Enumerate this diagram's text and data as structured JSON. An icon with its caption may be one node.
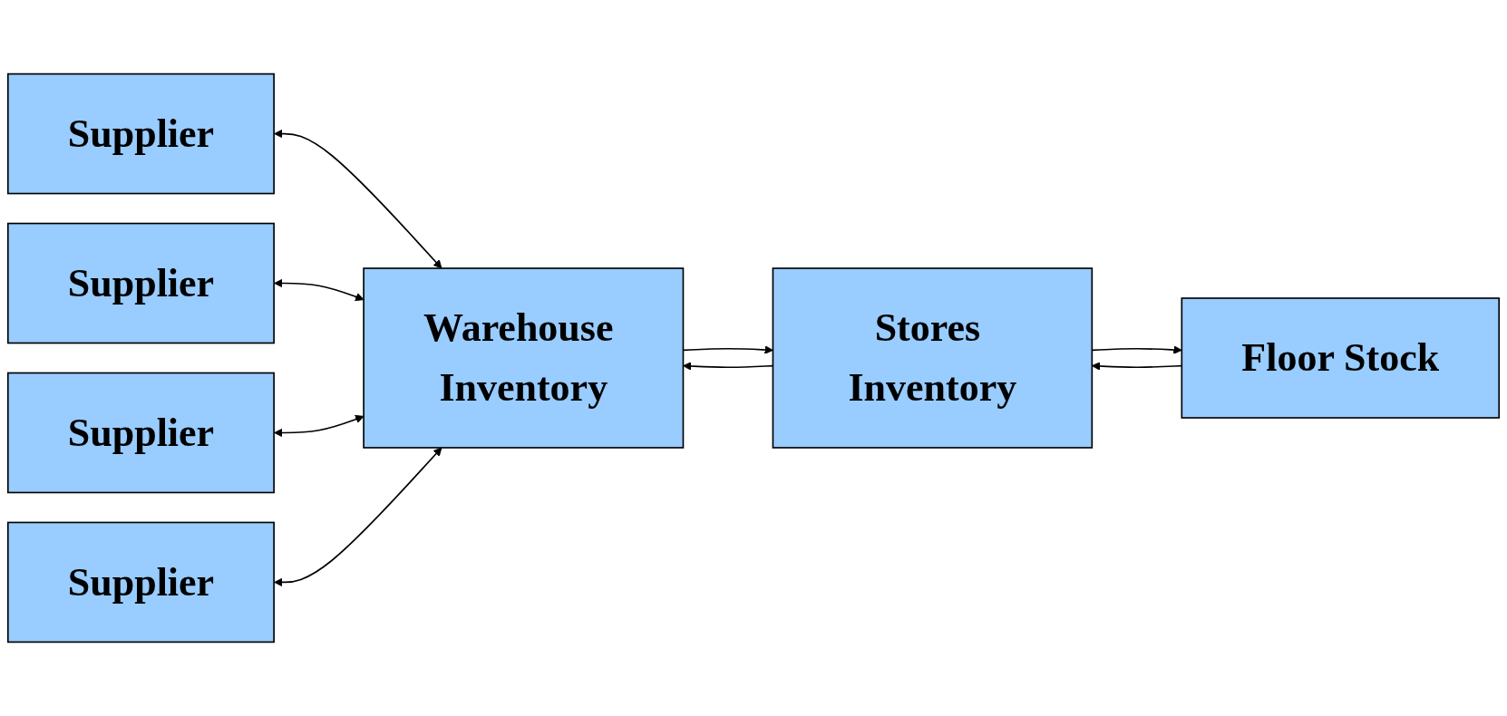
{
  "diagram": {
    "nodes": [
      {
        "text": [
          "Supplier"
        ]
      },
      {
        "text": [
          "Supplier"
        ]
      },
      {
        "text": [
          "Supplier"
        ]
      },
      {
        "text": [
          "Supplier"
        ]
      },
      {
        "text": [
          "Warehouse Inventory"
        ]
      },
      {
        "text": [
          "Stores Inventory"
        ]
      },
      {
        "text": [
          "Floor Stock"
        ]
      }
    ],
    "edges": [
      {
        "from": 0,
        "to": 4,
        "arrow": "both"
      },
      {
        "from": 1,
        "to": 4,
        "arrow": "both"
      },
      {
        "from": 2,
        "to": 4,
        "arrow": "both"
      },
      {
        "from": 3,
        "to": 4,
        "arrow": "both"
      },
      {
        "from": 4,
        "to": 5,
        "arrow": "to"
      },
      {
        "from": 5,
        "to": 4,
        "arrow": "to"
      },
      {
        "from": 5,
        "to": 6,
        "arrow": "to"
      },
      {
        "from": 6,
        "to": 5,
        "arrow": "to"
      }
    ]
  }
}
